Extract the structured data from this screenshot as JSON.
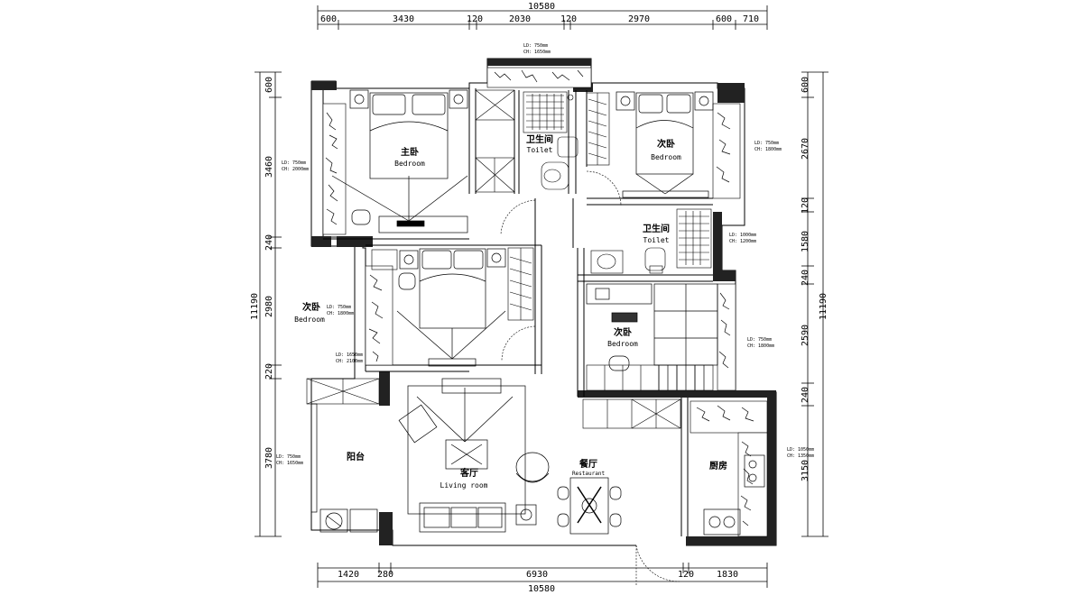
{
  "dimensions": {
    "top_total": "10580",
    "top_segments": [
      "600",
      "3430",
      "120",
      "2030",
      "120",
      "2970",
      "600",
      "710"
    ],
    "bottom_total": "10580",
    "bottom_segments": [
      "1420",
      "280",
      "6930",
      "120",
      "1830"
    ],
    "left_total": "11190",
    "left_segments": [
      "600",
      "3460",
      "240",
      "2980",
      "220",
      "3780"
    ],
    "right_total": "11190",
    "right_segments": [
      "600",
      "2670",
      "120",
      "1580",
      "240",
      "2590",
      "240",
      "3150"
    ]
  },
  "rooms": {
    "master_bedroom": {
      "cn": "主卧",
      "en": "Bedroom"
    },
    "bedroom_ne": {
      "cn": "次卧",
      "en": "Bedroom"
    },
    "toilet_north": {
      "cn": "卫生间",
      "en": "Toilet"
    },
    "toilet_east": {
      "cn": "卫生间",
      "en": "Toilet"
    },
    "bedroom_west": {
      "cn": "次卧",
      "en": "Bedroom"
    },
    "bedroom_east": {
      "cn": "次卧",
      "en": "Bedroom"
    },
    "balcony": {
      "cn": "阳台"
    },
    "living_room": {
      "cn": "客厅",
      "en": "Living room"
    },
    "dining": {
      "cn": "餐厅",
      "en": "Restaurant"
    },
    "kitchen": {
      "cn": "厨房"
    }
  },
  "window_notes": {
    "top": [
      "LD: 750mm",
      "CH: 1650mm"
    ],
    "master_left": [
      "LD: 750mm",
      "CH: 2000mm"
    ],
    "ne_right": [
      "LD: 750mm",
      "CH: 1800mm"
    ],
    "toilet_right": [
      "LD: 1000mm",
      "CH: 1200mm"
    ],
    "west_bed_1": [
      "LD: 750mm",
      "CH: 1800mm"
    ],
    "west_bed_2": [
      "LD: 1650mm",
      "CH: 2100mm"
    ],
    "east_bed_right": [
      "LD: 750mm",
      "CH: 1800mm"
    ],
    "balcony_left": [
      "LD: 750mm",
      "CH: 1650mm"
    ],
    "kitchen_right": [
      "LD: 1050mm",
      "CH: 1350mm"
    ]
  }
}
